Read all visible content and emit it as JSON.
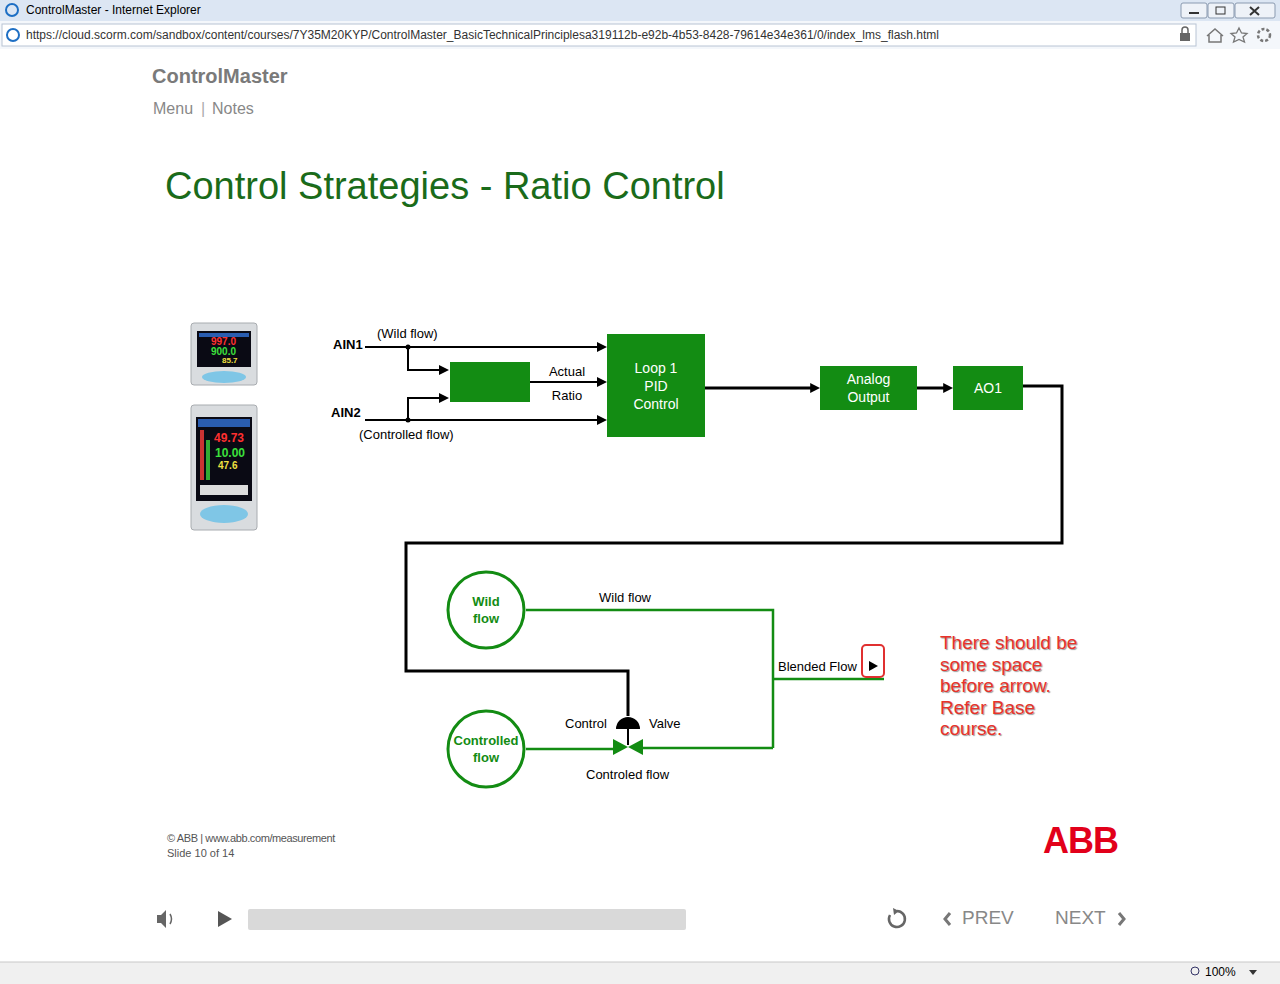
{
  "diagram": {
    "title": "Control Strategies - Ratio Control",
    "nodes": [
      {
        "text": [
          "Loop 1 PID Control"
        ]
      },
      {
        "text": [
          "Analog Output"
        ]
      },
      {
        "text": [
          "AO1"
        ]
      },
      {
        "text": [
          "Wild flow"
        ]
      },
      {
        "text": [
          "Controlled flow"
        ]
      }
    ],
    "edges": [
      {
        "from": 0,
        "to": 1,
        "arrow": "to"
      },
      {
        "from": 1,
        "to": 2,
        "arrow": "to"
      }
    ],
    "labels": [
      "ControlMaster - Internet Explorer",
      "https://cloud.scorm.com/sandbox/content/courses/7Y35M20KYP/ControlMaster_BasicTechnicalPrinciplesa319112b-e92b-4b53-8428-79614e34e361/0/index_lms_flash.html",
      "ControlMaster",
      "Menu",
      "|",
      "Notes",
      "AIN1",
      "(Wild flow)",
      "Actual Ratio",
      "AIN2",
      "(Controlled flow)",
      "Wild flow",
      "Blended Flow",
      "Control",
      "Valve",
      "Controled flow",
      "There should be some space before arrow. Refer Base course.",
      "© ABB | www.abb.com/measurement",
      "Slide 10 of 14",
      "ABB",
      "PREV",
      "NEXT",
      "100%",
      "997.0",
      "900.0",
      "85.7",
      "49.73",
      "10.00",
      "47.6"
    ]
  }
}
